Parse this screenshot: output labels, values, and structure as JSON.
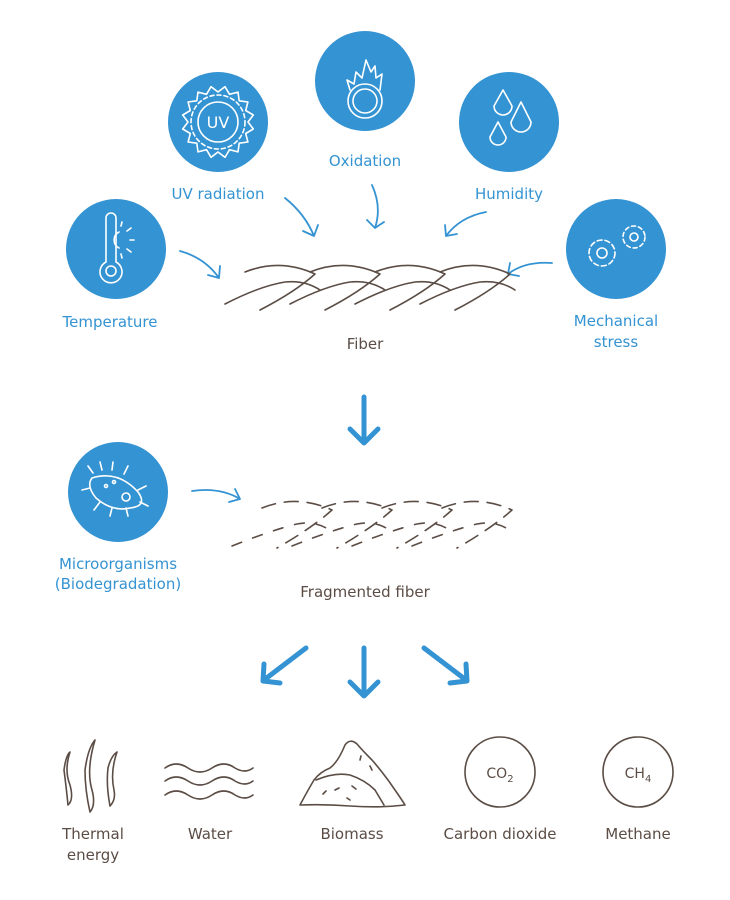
{
  "colors": {
    "accent": "#3493d2",
    "text": "#5b4d45"
  },
  "factors": {
    "uv": {
      "label": "UV radiation",
      "icon_text": "UV",
      "icon": "sun-uv-icon"
    },
    "oxidation": {
      "label": "Oxidation",
      "icon": "fire-ring-icon"
    },
    "humidity": {
      "label": "Humidity",
      "icon": "water-drops-icon"
    },
    "temperature": {
      "label": "Temperature",
      "icon": "thermometer-sun-icon"
    },
    "mechanical": {
      "label_line1": "Mechanical",
      "label_line2": "stress",
      "icon": "gears-icon"
    },
    "microorganisms": {
      "label_line1": "Microorganisms",
      "label_line2": "(Biodegradation)",
      "icon": "bacteria-icon"
    }
  },
  "fiber": {
    "label": "Fiber"
  },
  "fragmented": {
    "label": "Fragmented fiber"
  },
  "products": {
    "thermal": {
      "label_line1": "Thermal",
      "label_line2": "energy"
    },
    "water": {
      "label": "Water"
    },
    "biomass": {
      "label": "Biomass"
    },
    "co2": {
      "label": "Carbon dioxide",
      "formula": "CO",
      "subscript": "2"
    },
    "ch4": {
      "label": "Methane",
      "formula": "CH",
      "subscript": "4"
    }
  }
}
